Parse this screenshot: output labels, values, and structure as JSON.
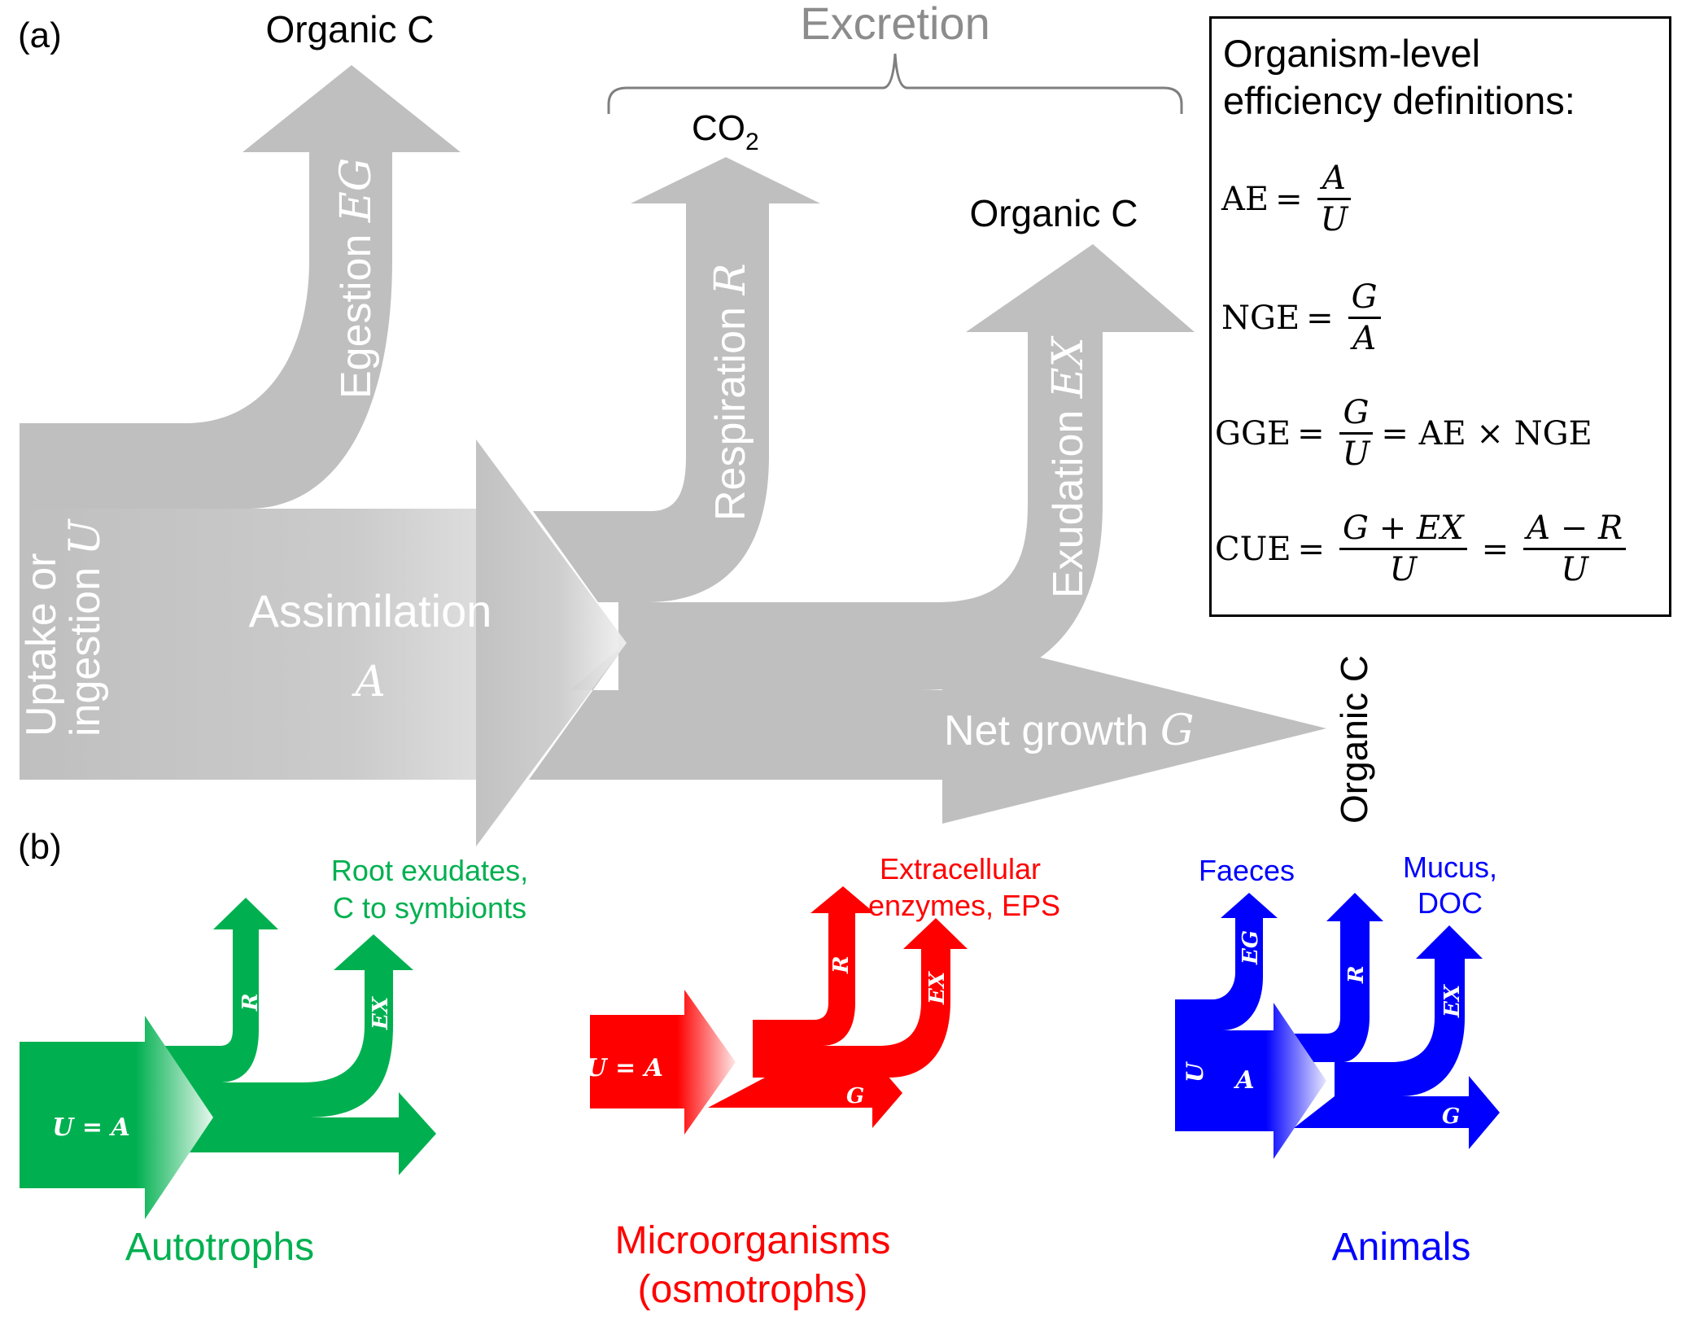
{
  "panel_a": {
    "label": "(a)",
    "colors": {
      "flow": "#bfbfbf",
      "label_text": "#ffffff",
      "excretion_text": "#8c8c8c"
    },
    "uptake": {
      "text": "Uptake or",
      "text2": "ingestion",
      "symbol": "U"
    },
    "assimilation": {
      "text": "Assimilation",
      "symbol": "A"
    },
    "egestion": {
      "text": "Egestion",
      "symbol": "EG",
      "destination": "Organic C"
    },
    "respiration": {
      "text": "Respiration",
      "symbol": "R",
      "destination": "CO",
      "destination_sub": "2"
    },
    "exudation": {
      "text": "Exudation",
      "symbol": "EX",
      "destination": "Organic C"
    },
    "net_growth": {
      "text": "Net growth",
      "symbol": "G",
      "destination": "Organic C"
    },
    "excretion_brace": {
      "text": "Excretion"
    }
  },
  "definitions_box": {
    "title_line1": "Organism-level",
    "title_line2": "efficiency definitions:",
    "equations": [
      {
        "name": "AE",
        "eq": "=",
        "num": "A",
        "den": "U"
      },
      {
        "name": "NGE",
        "eq": "=",
        "num": "G",
        "den": "A"
      },
      {
        "name": "GGE",
        "eq": "=",
        "num": "G",
        "den": "U",
        "rhs": "= AE × NGE"
      },
      {
        "name": "CUE",
        "eq": "=",
        "num": "G + EX",
        "den": "U",
        "eq2": "=",
        "num2": "A − R",
        "den2": "U"
      }
    ]
  },
  "panel_b": {
    "label": "(b)",
    "groups": [
      {
        "name": "Autotrophs",
        "subtitle": "",
        "color": "#00b050",
        "input_label": "U = A",
        "arrows": [
          "R",
          "EX",
          "G"
        ],
        "annotation_line1": "Root exudates,",
        "annotation_line2": "C to symbionts"
      },
      {
        "name": "Microorganisms",
        "subtitle": "(osmotrophs)",
        "color": "#ff0000",
        "input_label": "U = A",
        "arrows": [
          "R",
          "EX",
          "G"
        ],
        "annotation_line1": "Extracellular",
        "annotation_line2": "enzymes, EPS"
      },
      {
        "name": "Animals",
        "subtitle": "",
        "color": "#0000ff",
        "input_label": "U",
        "assim_label": "A",
        "arrows": [
          "EG",
          "R",
          "EX",
          "G"
        ],
        "annotation_eg": "Faeces",
        "annotation_line1": "Mucus,",
        "annotation_line2": "DOC"
      }
    ]
  }
}
